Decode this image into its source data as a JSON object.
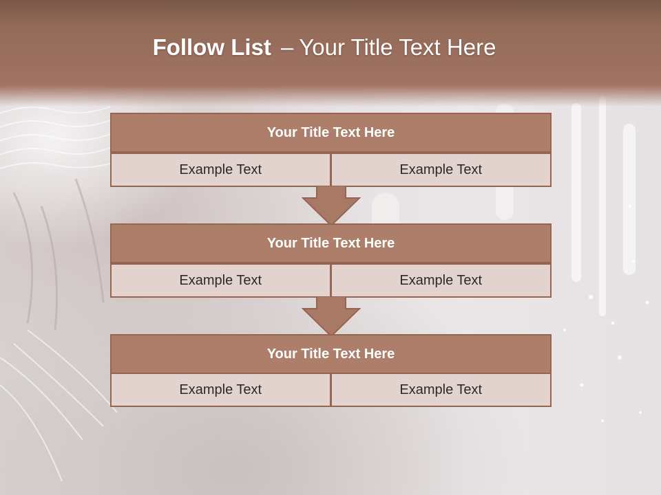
{
  "colors": {
    "title_band": "#a27462",
    "header_fill": "#ad7f6a",
    "header_border": "#956552",
    "cell_fill": "#e3d3cf",
    "arrow_fill": "#a87a66"
  },
  "slide": {
    "title_bold": "Follow List",
    "title_separator": "–",
    "title_rest": "Your Title Text Here"
  },
  "flow": [
    {
      "title": "Your Title Text Here",
      "cells": [
        "Example Text",
        "Example Text"
      ]
    },
    {
      "title": "Your Title Text Here",
      "cells": [
        "Example Text",
        "Example Text"
      ]
    },
    {
      "title": "Your Title Text Here",
      "cells": [
        "Example Text",
        "Example Text"
      ]
    }
  ],
  "icons": {
    "connector": "down-arrow-icon"
  }
}
